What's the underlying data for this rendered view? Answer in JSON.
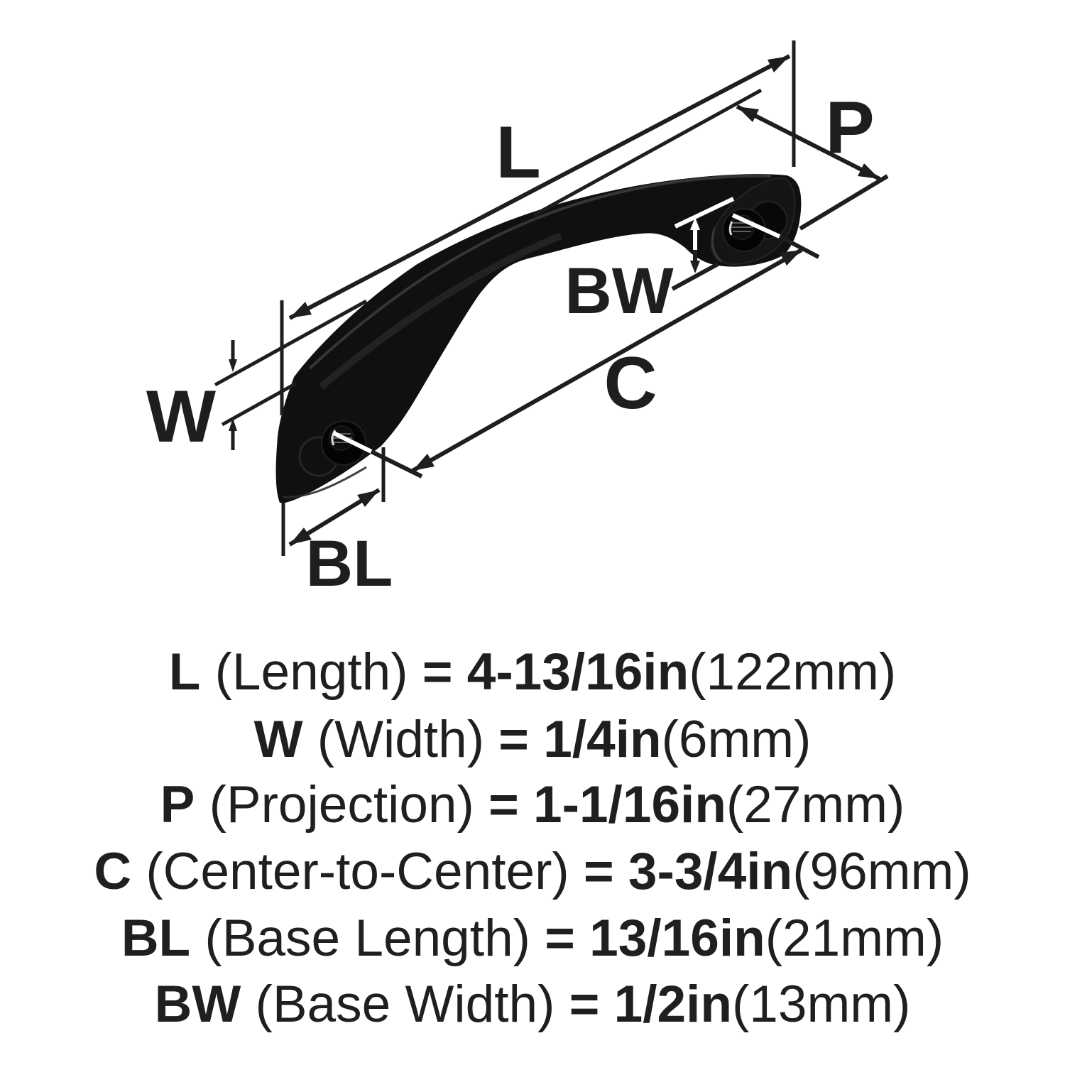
{
  "colors": {
    "background": "#ffffff",
    "ink": "#1e1e1e",
    "handle_black": "#101010",
    "tick_white": "#ffffff"
  },
  "diagram": {
    "labels": {
      "length": "L",
      "width": "W",
      "projection": "P",
      "center_to_center": "C",
      "base_length": "BL",
      "base_width": "BW"
    }
  },
  "specs": [
    {
      "code": "L",
      "name": " (Length) ",
      "value": "= 4-13/16in",
      "metric": "(122mm)"
    },
    {
      "code": "W",
      "name": " (Width) ",
      "value": "= 1/4in",
      "metric": "(6mm)"
    },
    {
      "code": "P",
      "name": " (Projection) ",
      "value": "= 1-1/16in",
      "metric": "(27mm)"
    },
    {
      "code": "C",
      "name": " (Center-to-Center) ",
      "value": "= 3-3/4in",
      "metric": "(96mm)"
    },
    {
      "code": "BL",
      "name": " (Base Length) ",
      "value": "= 13/16in",
      "metric": "(21mm)"
    },
    {
      "code": "BW",
      "name": " (Base Width) ",
      "value": "= 1/2in",
      "metric": "(13mm)"
    }
  ]
}
